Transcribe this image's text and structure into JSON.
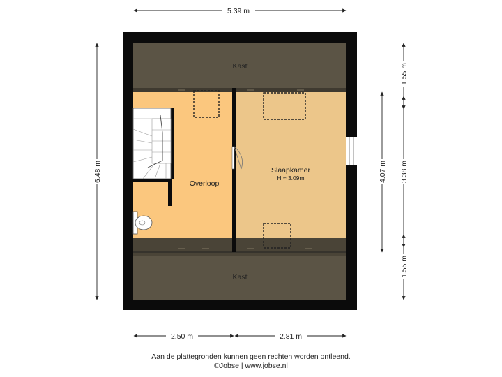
{
  "colors": {
    "wall": "#0b0b0b",
    "kast": "#5b5445",
    "overloop": "#fbc77e",
    "slaapkamer": "#ecc68a",
    "dimension": "#222222"
  },
  "dimensions": {
    "top_width": "5.39 m",
    "left_height": "6.48 m",
    "right_top": "1.55 m",
    "right_middle": "3.38 m",
    "right_bottom": "1.55 m",
    "inner_height": "4.07 m",
    "bottom_left": "2.50 m",
    "bottom_right": "2.81 m"
  },
  "rooms": {
    "kast_top": "Kast",
    "kast_bottom": "Kast",
    "overloop": "Overloop",
    "slaapkamer": "Slaapkamer",
    "slaapkamer_height": "H ≈ 3.09m"
  },
  "icons": [
    "staircase-icon",
    "toilet-icon",
    "door-swing-icon",
    "window-icon",
    "roof-window-icon"
  ],
  "footer": {
    "disclaimer": "Aan de plattegronden kunnen geen rechten worden ontleend.",
    "copyright": "©Jobse | www.jobse.nl"
  }
}
